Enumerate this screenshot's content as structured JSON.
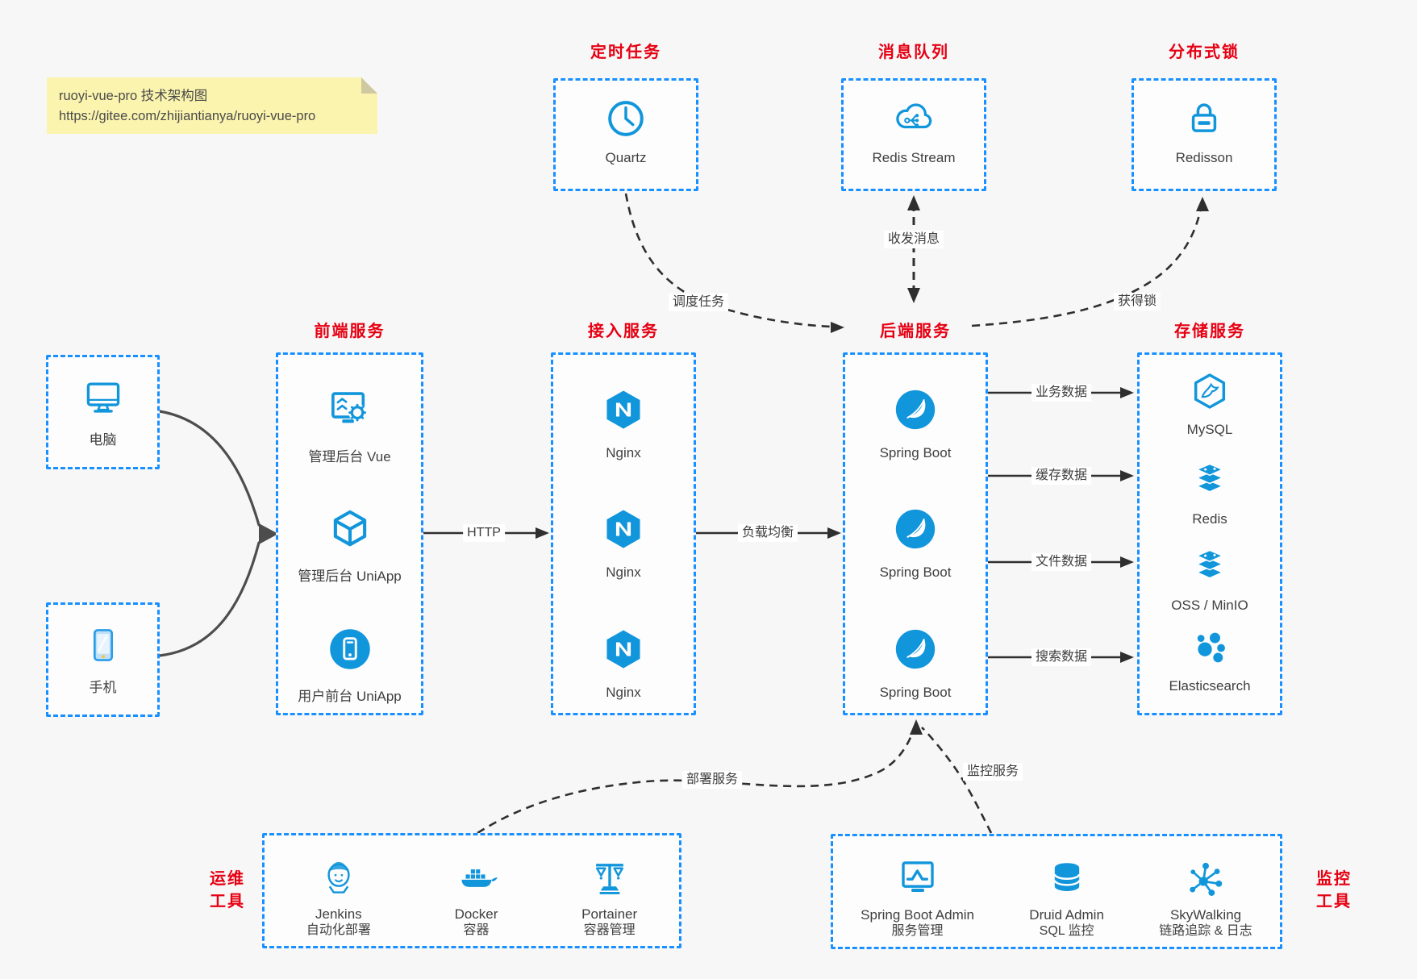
{
  "note": {
    "title": "ruoyi-vue-pro 技术架构图",
    "url": "https://gitee.com/zhijiantianya/ruoyi-vue-pro"
  },
  "top_services": [
    {
      "title": "定时任务",
      "icon": "clock-icon",
      "label": "Quartz"
    },
    {
      "title": "消息队列",
      "icon": "cloud-stream-icon",
      "label": "Redis Stream"
    },
    {
      "title": "分布式锁",
      "icon": "lock-icon",
      "label": "Redisson"
    }
  ],
  "clients": [
    {
      "icon": "desktop-icon",
      "label": "电脑"
    },
    {
      "icon": "smartphone-icon",
      "label": "手机"
    }
  ],
  "columns": [
    {
      "title": "前端服务",
      "items": [
        {
          "label": "管理后台 Vue"
        },
        {
          "label": "管理后台 UniApp"
        },
        {
          "label": "用户前台 UniApp"
        }
      ]
    },
    {
      "title": "接入服务",
      "items": [
        {
          "label": "Nginx"
        },
        {
          "label": "Nginx"
        },
        {
          "label": "Nginx"
        }
      ]
    },
    {
      "title": "后端服务",
      "items": [
        {
          "label": "Spring Boot"
        },
        {
          "label": "Spring Boot"
        },
        {
          "label": "Spring Boot"
        }
      ]
    },
    {
      "title": "存储服务",
      "items": [
        {
          "label": "MySQL"
        },
        {
          "label": "Redis"
        },
        {
          "label": "OSS / MinIO"
        },
        {
          "label": "Elasticsearch"
        }
      ]
    }
  ],
  "edges": {
    "http": "HTTP",
    "load_balance": "负载均衡",
    "schedule": "调度任务",
    "messages": "收发消息",
    "lock": "获得锁",
    "deploy": "部署服务",
    "monitor": "监控服务",
    "data": [
      "业务数据",
      "缓存数据",
      "文件数据",
      "搜索数据"
    ]
  },
  "tool_groups": [
    {
      "side_title_line1": "运维",
      "side_title_line2": "工具",
      "items": [
        {
          "name": "Jenkins",
          "desc": "自动化部署",
          "icon": "jenkins-icon"
        },
        {
          "name": "Docker",
          "desc": "容器",
          "icon": "docker-icon"
        },
        {
          "name": "Portainer",
          "desc": "容器管理",
          "icon": "portainer-icon"
        }
      ]
    },
    {
      "side_title_line1": "监控",
      "side_title_line2": "工具",
      "items": [
        {
          "name": "Spring Boot Admin",
          "desc": "服务管理",
          "icon": "spring-boot-admin-icon"
        },
        {
          "name": "Druid Admin",
          "desc": "SQL 监控",
          "icon": "druid-icon"
        },
        {
          "name": "SkyWalking",
          "desc": "链路追踪 & 日志",
          "icon": "skywalking-icon"
        }
      ]
    }
  ],
  "colors": {
    "accent_blue": "#1296db",
    "border_blue": "#1890ff",
    "title_red": "#e60012",
    "note_yellow": "#fbf4ae",
    "text_dark": "#404040",
    "arrow_dark": "#2f2f2f"
  }
}
